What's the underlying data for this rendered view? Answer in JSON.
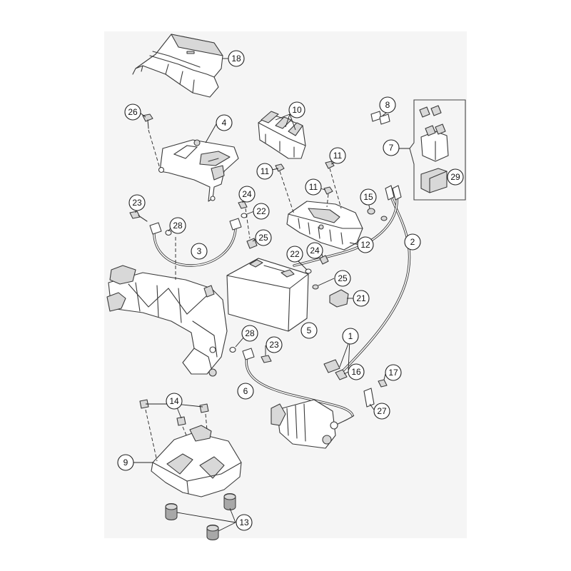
{
  "callouts": {
    "c1": "1",
    "c2": "2",
    "c3": "3",
    "c4": "4",
    "c5": "5",
    "c6": "6",
    "c7": "7",
    "c8": "8",
    "c9": "9",
    "c10": "10",
    "c11a": "11",
    "c11b": "11",
    "c11c": "11",
    "c12": "12",
    "c13": "13",
    "c14": "14",
    "c15": "15",
    "c16": "16",
    "c17": "17",
    "c18": "18",
    "c21": "21",
    "c22a": "22",
    "c22b": "22",
    "c23a": "23",
    "c23b": "23",
    "c24a": "24",
    "c24b": "24",
    "c25a": "25",
    "c25b": "25",
    "c26": "26",
    "c27": "27",
    "c28a": "28",
    "c28b": "28",
    "c29": "29"
  },
  "colors": {
    "line": "#3a3a3a",
    "fill": "#ffffff",
    "shade": "#d8d8d8",
    "background": "#f5f5f5"
  }
}
